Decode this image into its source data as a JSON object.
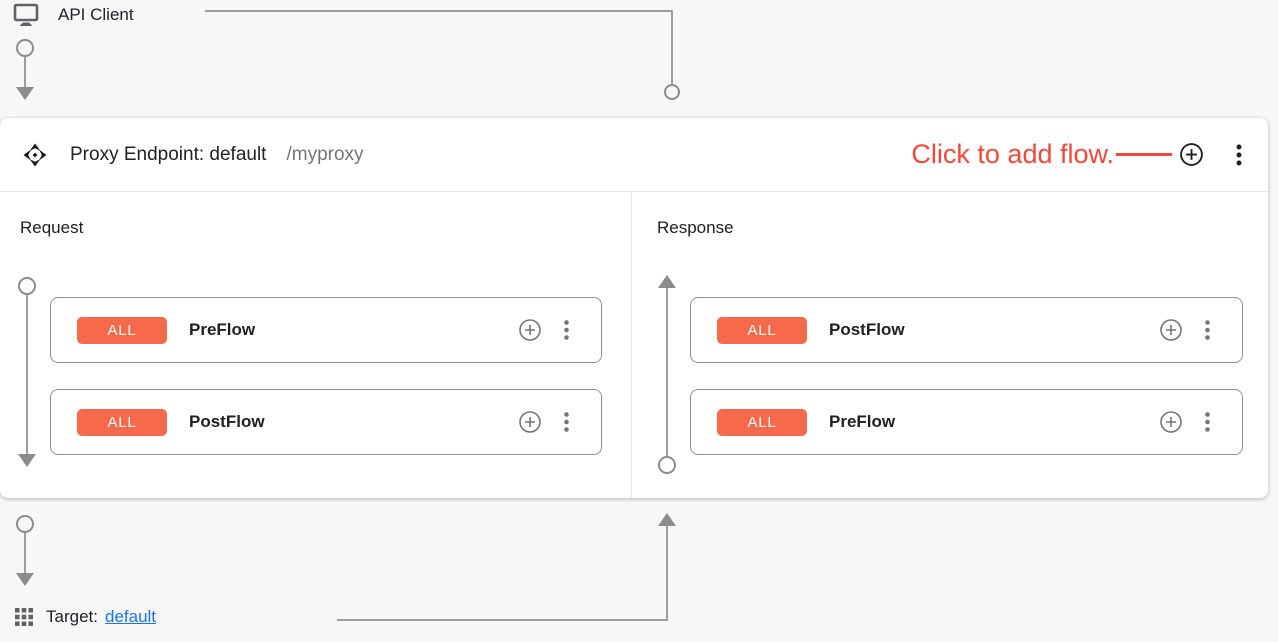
{
  "colors": {
    "background": "#f7f7f7",
    "card": "#ffffff",
    "badge_orange": "#f6694b",
    "annotation_red": "#f4473a",
    "link_blue": "#1a73e8",
    "connector_gray": "#8c8c8c",
    "text_primary": "#202124",
    "text_secondary": "#757575"
  },
  "api_client": {
    "icon": "monitor-icon",
    "label": "API Client"
  },
  "proxy": {
    "icon": "move-diamond-icon",
    "title": "Proxy Endpoint: default",
    "basepath": "/myproxy",
    "annotation": "Click to add flow.",
    "header_actions": {
      "add_icon": "add-circle-icon",
      "menu_icon": "more-vert-icon"
    },
    "request": {
      "label": "Request",
      "flows": [
        {
          "badge": "ALL",
          "name": "PreFlow"
        },
        {
          "badge": "ALL",
          "name": "PostFlow"
        }
      ]
    },
    "response": {
      "label": "Response",
      "flows": [
        {
          "badge": "ALL",
          "name": "PostFlow"
        },
        {
          "badge": "ALL",
          "name": "PreFlow"
        }
      ]
    }
  },
  "target": {
    "icon": "apps-grid-icon",
    "label": "Target:",
    "name": "default"
  }
}
